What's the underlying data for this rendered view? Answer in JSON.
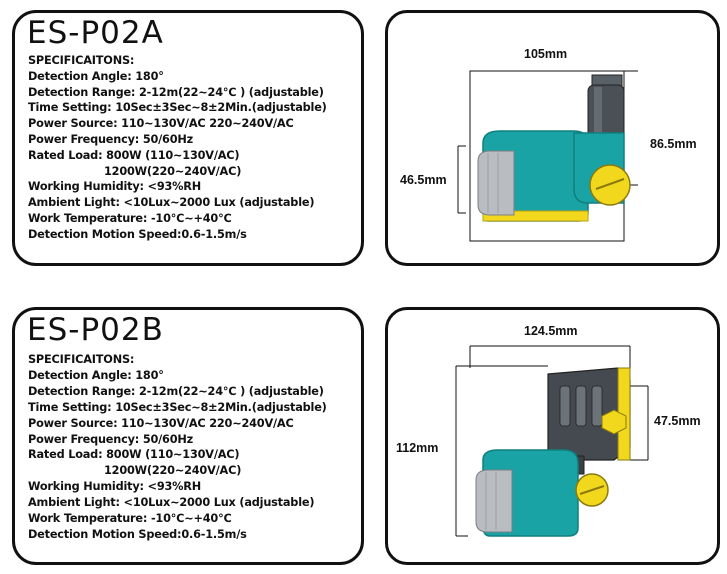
{
  "products": [
    {
      "model": "ES-P02A",
      "specs": [
        "SPECIFICAITONS:",
        "Detection Angle: 180°",
        "Detection Range: 2-12m(22~24℃ ) (adjustable)",
        "Time Setting: 10Sec±3Sec~8±2Min.(adjustable)",
        "Power Source: 110~130V/AC  220~240V/AC",
        "Power Frequency: 50/60Hz",
        "Rated Load: 800W (110~130V/AC)",
        "1200W(220~240V/AC)",
        "Working Humidity: <93%RH",
        "Ambient Light: <10Lux~2000 Lux (adjustable)",
        "Work Temperature: -10℃~+40℃",
        "Detection Motion Speed:0.6-1.5m/s"
      ],
      "dimensions": {
        "width": "105mm",
        "height": "86.5mm",
        "depth": "46.5mm"
      }
    },
    {
      "model": "ES-P02B",
      "specs": [
        "SPECIFICAITONS:",
        "Detection Angle: 180°",
        "Detection Range: 2-12m(22~24℃ ) (adjustable)",
        "Time Setting: 10Sec±3Sec~8±2Min.(adjustable)",
        "Power Source: 110~130V/AC  220~240V/AC",
        "Power Frequency: 50/60Hz",
        "Rated Load: 800W (110~130V/AC)",
        "1200W(220~240V/AC)",
        "Working Humidity: <93%RH",
        "Ambient Light: <10Lux~2000 Lux (adjustable)",
        "Work Temperature: -10℃~+40℃",
        "Detection Motion Speed:0.6-1.5m/s"
      ],
      "dimensions": {
        "width": "124.5mm",
        "height": "112mm",
        "depth": "47.5mm"
      }
    }
  ],
  "colors": {
    "teal": "#1aa3a4",
    "teal_dark": "#0f7f80",
    "yellow": "#f2d81c",
    "lens": "#b9bcc0",
    "dark_body": "#444a4f"
  }
}
